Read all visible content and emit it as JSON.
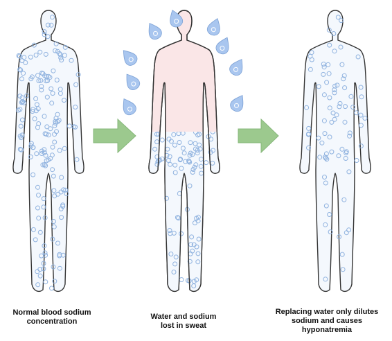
{
  "figure": {
    "panels": [
      {
        "id": "normal",
        "caption_lines": [
          "Normal blood sodium",
          "concentration"
        ],
        "body_fill": "#f4f8fd",
        "dot_density": "high"
      },
      {
        "id": "sweat",
        "caption_lines": [
          "Water and sodium",
          "lost in sweat"
        ],
        "body_fill": "#fae6e7",
        "dot_density": "lower-body-only"
      },
      {
        "id": "diluted",
        "caption_lines": [
          "Replacing water only dilutes",
          "sodium and causes",
          "hyponatremia"
        ],
        "body_fill": "#f4f8fd",
        "dot_density": "low"
      }
    ],
    "arrows": [
      {
        "from": "normal",
        "to": "sweat",
        "icon": "arrow-right-icon"
      },
      {
        "from": "sweat",
        "to": "diluted",
        "icon": "arrow-right-icon"
      }
    ],
    "colors": {
      "outline": "#333333",
      "sodium_dot": "#8fb2df",
      "sweat_drop": "#a9c6ef",
      "arrow": "#9cc98e"
    },
    "icons": [
      "sodium-dot-icon",
      "sweat-drop-icon",
      "arrow-right-icon",
      "human-silhouette-icon"
    ]
  }
}
